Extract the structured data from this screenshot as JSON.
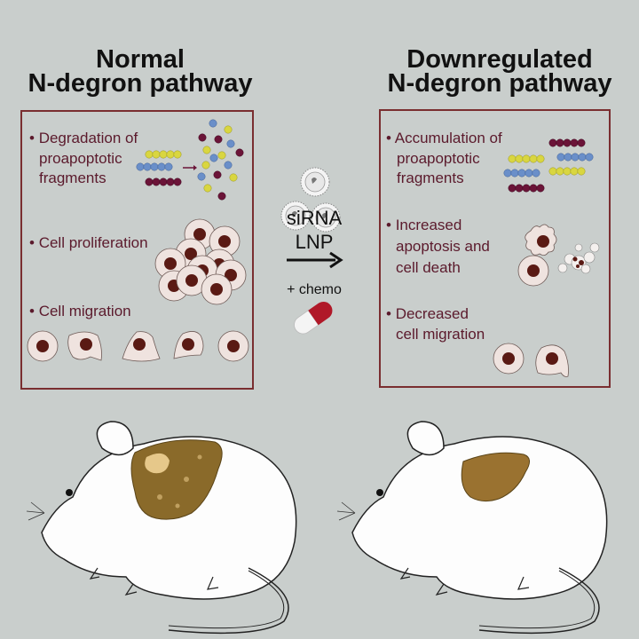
{
  "left": {
    "title_line1": "Normal",
    "title_line2": "N-degron pathway",
    "bullets": [
      {
        "lines": [
          "Degradation of",
          "proapoptotic",
          "fragments"
        ]
      },
      {
        "lines": [
          "Cell proliferation"
        ]
      },
      {
        "lines": [
          "Cell migration"
        ]
      }
    ]
  },
  "right": {
    "title_line1": "Downregulated",
    "title_line2": "N-degron pathway",
    "bullets": [
      {
        "lines": [
          "Accumulation of",
          "proapoptotic",
          "fragments"
        ]
      },
      {
        "lines": [
          "Increased",
          "apoptosis and",
          "cell death"
        ]
      },
      {
        "lines": [
          "Decreased",
          "cell migration"
        ]
      }
    ]
  },
  "treatment": {
    "line1": "siRNA",
    "line2": "LNP",
    "chemo": "+ chemo"
  },
  "colors": {
    "background": "#c9cecc",
    "text_maroon": "#5b1a2c",
    "box_border": "#7a2e30",
    "bead_yellow": "#d9d640",
    "bead_blue": "#6a8fc9",
    "bead_maroon": "#6b1438",
    "liver": "#8a6a2a"
  }
}
